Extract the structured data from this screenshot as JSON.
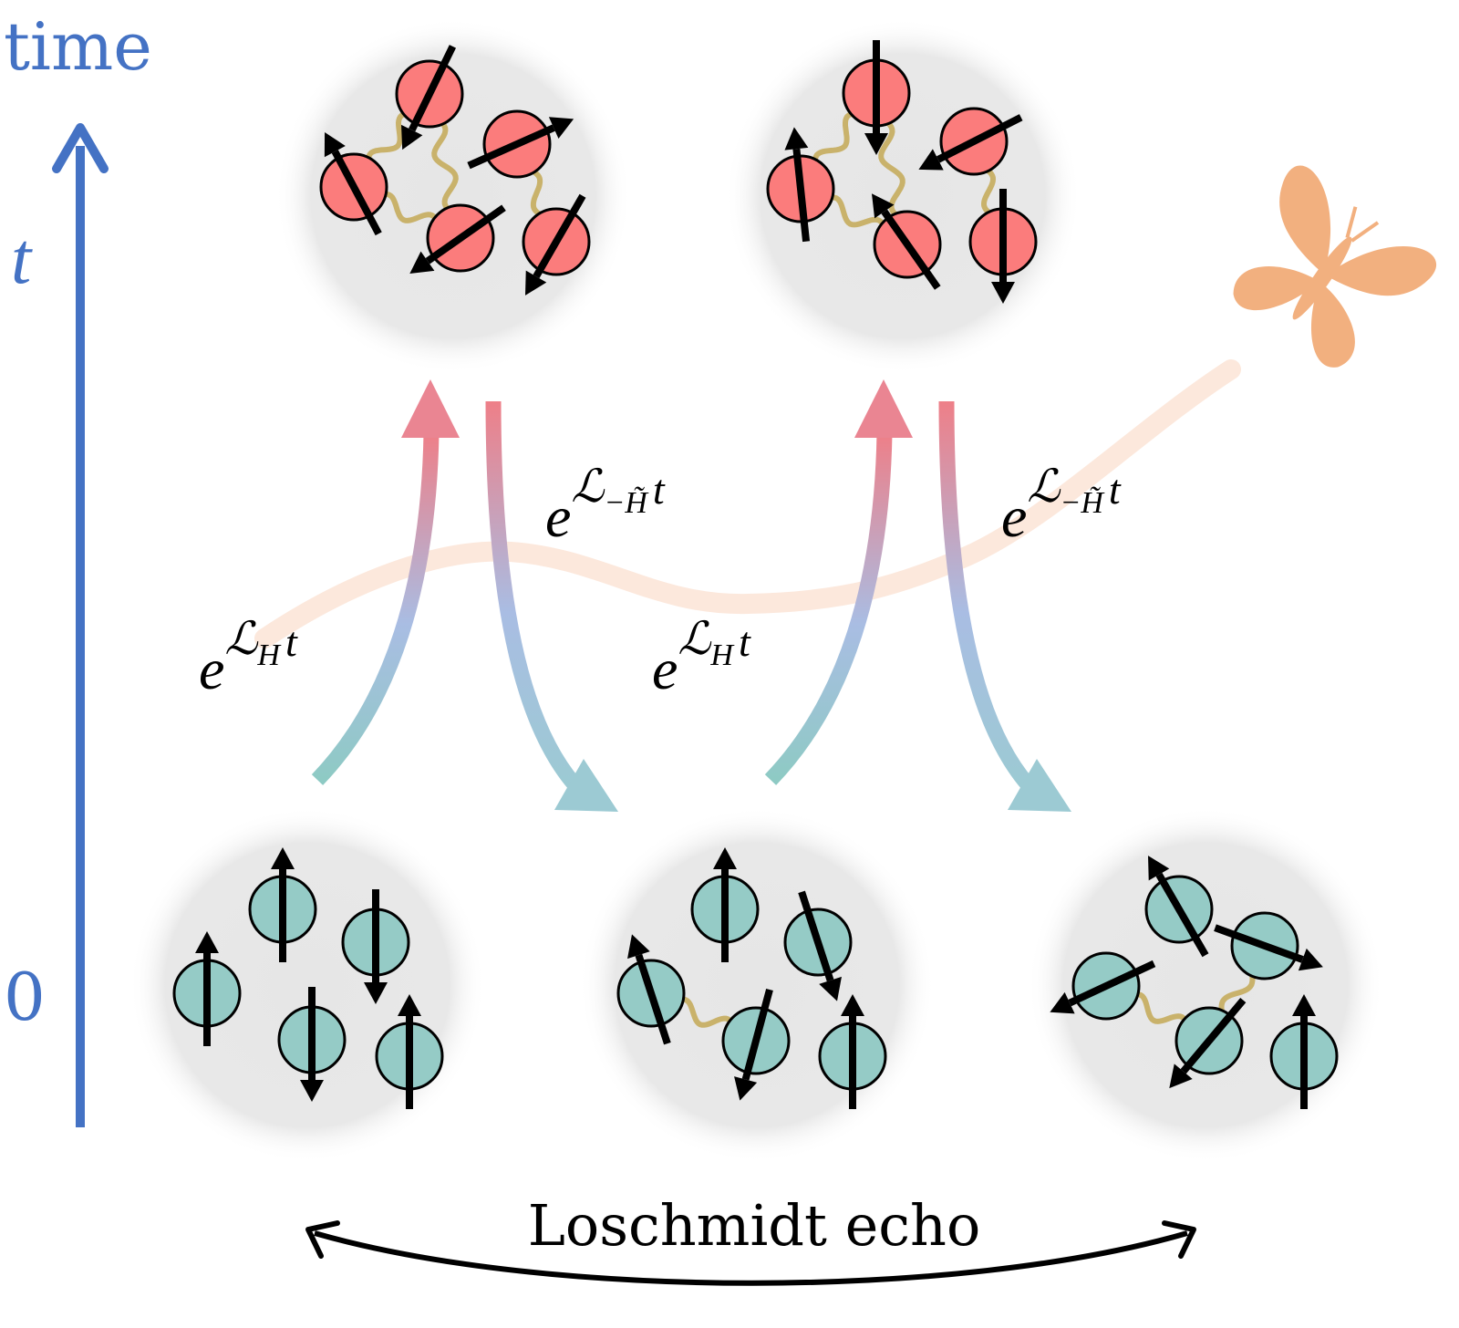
{
  "axis": {
    "title": "time",
    "symbol": "t",
    "origin": "0",
    "color": "#4472c4"
  },
  "operators": {
    "forward": {
      "base": "e",
      "sup": "ℒ",
      "sub": "H",
      "exp": "t"
    },
    "backward": {
      "base": "e",
      "sup": "ℒ",
      "sub": "−H̃",
      "exp": "t"
    }
  },
  "echo_label": "Loschmidt echo",
  "colors": {
    "spin_excited": "#fb7c7c",
    "spin_ground": "#95cbc6",
    "coupling": "#c9b26b",
    "blob": "#e8e8e8",
    "butterfly": "#f2b07f",
    "trail": "#fbe6da"
  },
  "clusters": {
    "top_left": {
      "spins_deg": [
        -154,
        -28,
        66,
        -125,
        -150
      ],
      "couplings": [
        [
          1,
          0
        ],
        [
          0,
          3
        ],
        [
          1,
          3
        ],
        [
          2,
          4
        ]
      ]
    },
    "top_right": {
      "spins_deg": [
        180,
        -6,
        -117,
        -35,
        180
      ],
      "couplings": [
        [
          1,
          0
        ],
        [
          0,
          3
        ],
        [
          1,
          3
        ],
        [
          2,
          4
        ]
      ]
    },
    "bottom_left": {
      "spins_deg": [
        0,
        180,
        0,
        180,
        0
      ],
      "couplings": []
    },
    "bottom_middle": {
      "spins_deg": [
        0,
        162,
        -18,
        195,
        0
      ],
      "couplings": [
        [
          2,
          3
        ]
      ]
    },
    "bottom_right": {
      "spins_deg": [
        -30,
        110,
        -115,
        -140,
        0
      ],
      "couplings": [
        [
          2,
          3
        ],
        [
          1,
          3
        ]
      ]
    }
  }
}
